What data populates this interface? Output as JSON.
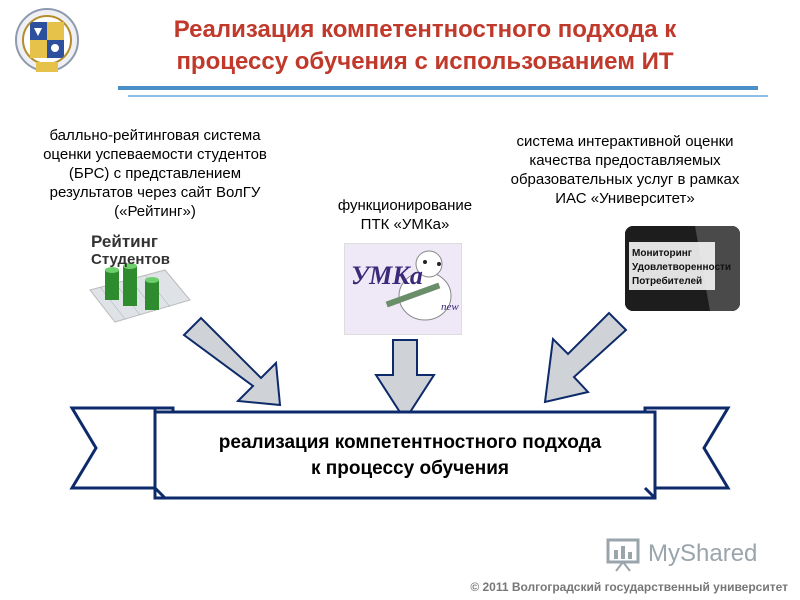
{
  "slide": {
    "title_line1": "Реализация компетентностного подхода к",
    "title_line2": "процессу обучения с использованием ИТ",
    "left_caption": [
      "балльно-рейтинговая система",
      "оценки успеваемости студентов",
      "(БРС) с представлением",
      "результатов через сайт ВолГУ",
      "(«Рейтинг»)"
    ],
    "middle_caption": [
      "функционирование",
      "ПТК «УМКа»"
    ],
    "right_caption": [
      "система интерактивной оценки",
      "качества предоставляемых",
      "образовательных услуг  в рамках",
      "ИАС «Университет»"
    ],
    "rating_image_text": [
      "Рейтинг",
      "Студентов"
    ],
    "umka_image_text": "УМКа",
    "umka_image_subtext": "new",
    "monitor_image_text": [
      "Мониторинг",
      "Удовлетворенности",
      "Потребителей"
    ],
    "banner_line1": "реализация компетентностного подхода",
    "banner_line2": "к процессу обучения",
    "footer": "© 2011 Волгоградский государственный университет",
    "watermark": "MyShared"
  },
  "colors": {
    "title": "#c0392b",
    "rule": "#4a8fc7",
    "banner_fill": "#ffffff",
    "banner_border": "#0d2a6b",
    "arrow_fill": "#cfd2d6",
    "arrow_stroke": "#0d2a6b"
  }
}
